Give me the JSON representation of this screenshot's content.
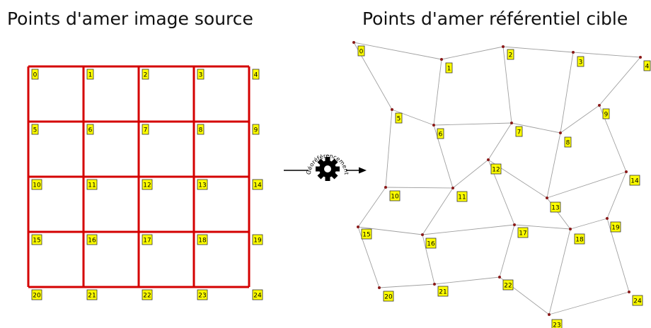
{
  "titles": {
    "source": "Points d'amer image source",
    "target": "Points d'amer référentiel cible"
  },
  "center_label": "Géoréférencement",
  "colors": {
    "grid": "#d40000",
    "label_fill": "#ffff00",
    "label_border": "#333333",
    "point": "#8b1a1a",
    "target_lines": "#a0a0a0"
  },
  "icons": {
    "center": "gear-icon",
    "arrows": "arrow-right-icon"
  },
  "points": [
    {
      "id": "0"
    },
    {
      "id": "1"
    },
    {
      "id": "2"
    },
    {
      "id": "3"
    },
    {
      "id": "4"
    },
    {
      "id": "5"
    },
    {
      "id": "6"
    },
    {
      "id": "7"
    },
    {
      "id": "8"
    },
    {
      "id": "9"
    },
    {
      "id": "10"
    },
    {
      "id": "11"
    },
    {
      "id": "12"
    },
    {
      "id": "13"
    },
    {
      "id": "14"
    },
    {
      "id": "15"
    },
    {
      "id": "16"
    },
    {
      "id": "17"
    },
    {
      "id": "18"
    },
    {
      "id": "19"
    },
    {
      "id": "20"
    },
    {
      "id": "21"
    },
    {
      "id": "22"
    },
    {
      "id": "23"
    },
    {
      "id": "24"
    }
  ]
}
